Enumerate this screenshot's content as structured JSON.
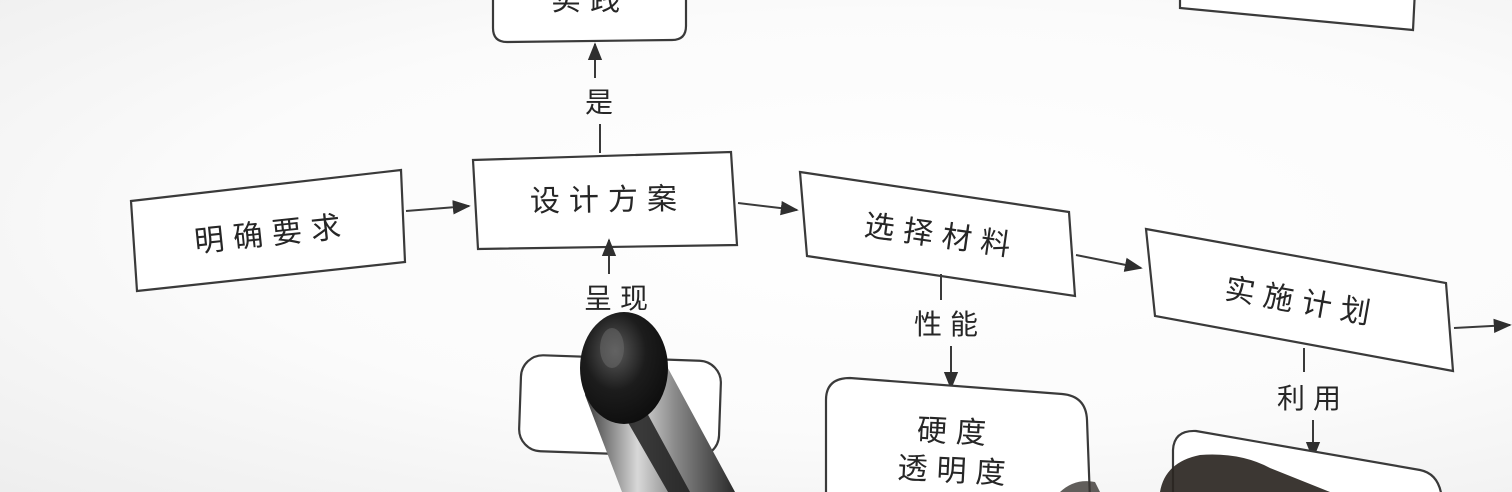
{
  "diagram": {
    "nodes": {
      "top": "实践",
      "requirement": "明确要求",
      "design": "设计方案",
      "materials": "选择材料",
      "implement": "实施计划",
      "properties": [
        "硬度",
        "透明度"
      ]
    },
    "edges": {
      "yes": "是",
      "present": "呈现",
      "performance": "性能",
      "use": "利用"
    }
  },
  "colors": {
    "ink": "#3a3a3a",
    "paper": "#ffffff",
    "pen": "#1a1a1a"
  }
}
